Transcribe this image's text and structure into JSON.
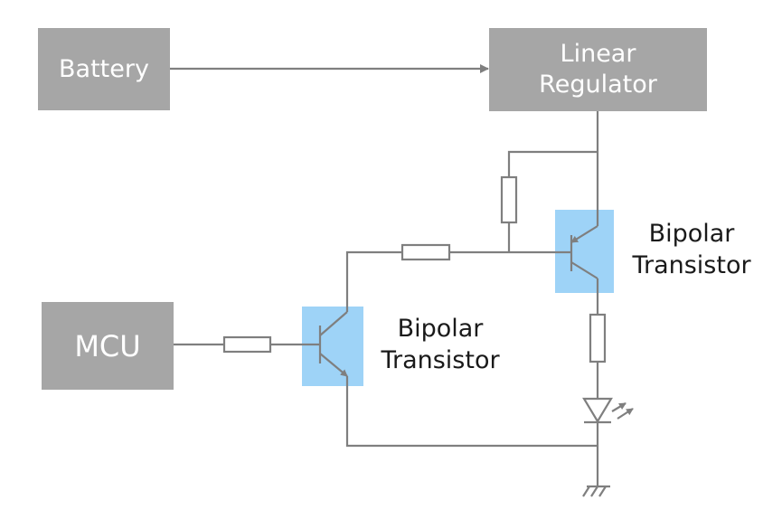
{
  "blocks": {
    "battery": "Battery",
    "regulator_line1": "Linear",
    "regulator_line2": "Regulator",
    "mcu": "MCU"
  },
  "transistors": {
    "q1": {
      "line1": "Bipolar",
      "line2": "Transistor"
    },
    "q2": {
      "line1": "Bipolar",
      "line2": "Transistor"
    }
  },
  "colors": {
    "block_fill": "#a6a6a6",
    "block_text": "#ffffff",
    "wire": "#7f7f7f",
    "transistor_highlight": "#9ed3f7"
  }
}
